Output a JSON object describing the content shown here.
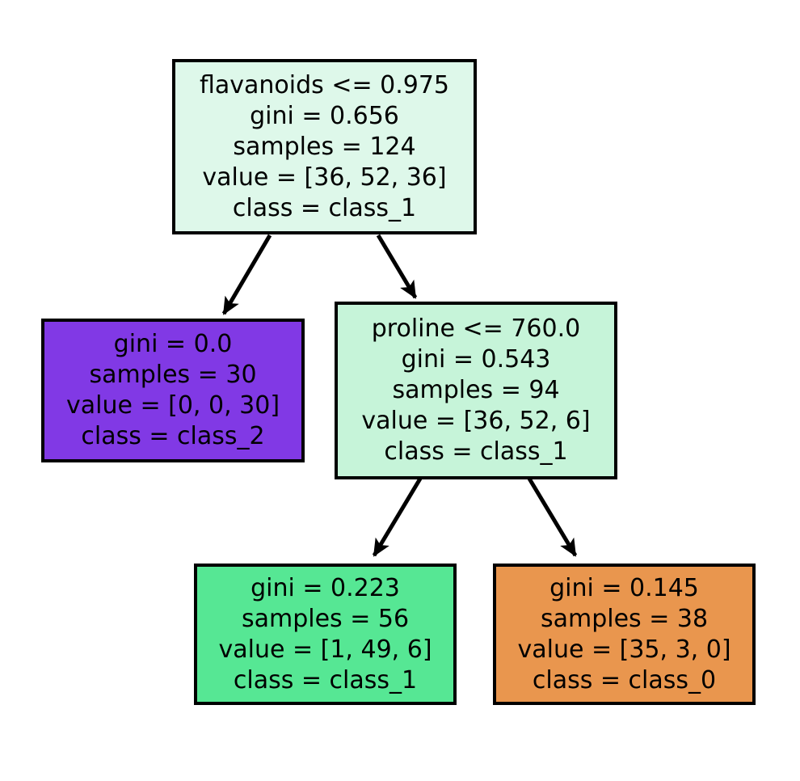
{
  "figure": {
    "type": "decision-tree",
    "background_color": "#ffffff",
    "border_color": "#000000",
    "text_color": "#000000",
    "arrow_color": "#000000"
  },
  "nodes": [
    {
      "id": "root",
      "split": "flavanoids <= 0.975",
      "gini": "gini = 0.656",
      "samples": "samples = 124",
      "value": "value = [36, 52, 36]",
      "class": "class = class_1",
      "fill": "#def8ea"
    },
    {
      "id": "left-leaf",
      "gini": "gini = 0.0",
      "samples": "samples = 30",
      "value": "value = [0, 0, 30]",
      "class": "class = class_2",
      "fill": "#8139e5"
    },
    {
      "id": "right-split",
      "split": "proline <= 760.0",
      "gini": "gini = 0.543",
      "samples": "samples = 94",
      "value": "value = [36, 52, 6]",
      "class": "class = class_1",
      "fill": "#c6f4d9"
    },
    {
      "id": "right-left-leaf",
      "gini": "gini = 0.223",
      "samples": "samples = 56",
      "value": "value = [1, 49, 6]",
      "class": "class = class_1",
      "fill": "#56e794"
    },
    {
      "id": "right-right-leaf",
      "gini": "gini = 0.145",
      "samples": "samples = 38",
      "value": "value = [35, 3, 0]",
      "class": "class = class_0",
      "fill": "#e9964e"
    }
  ]
}
